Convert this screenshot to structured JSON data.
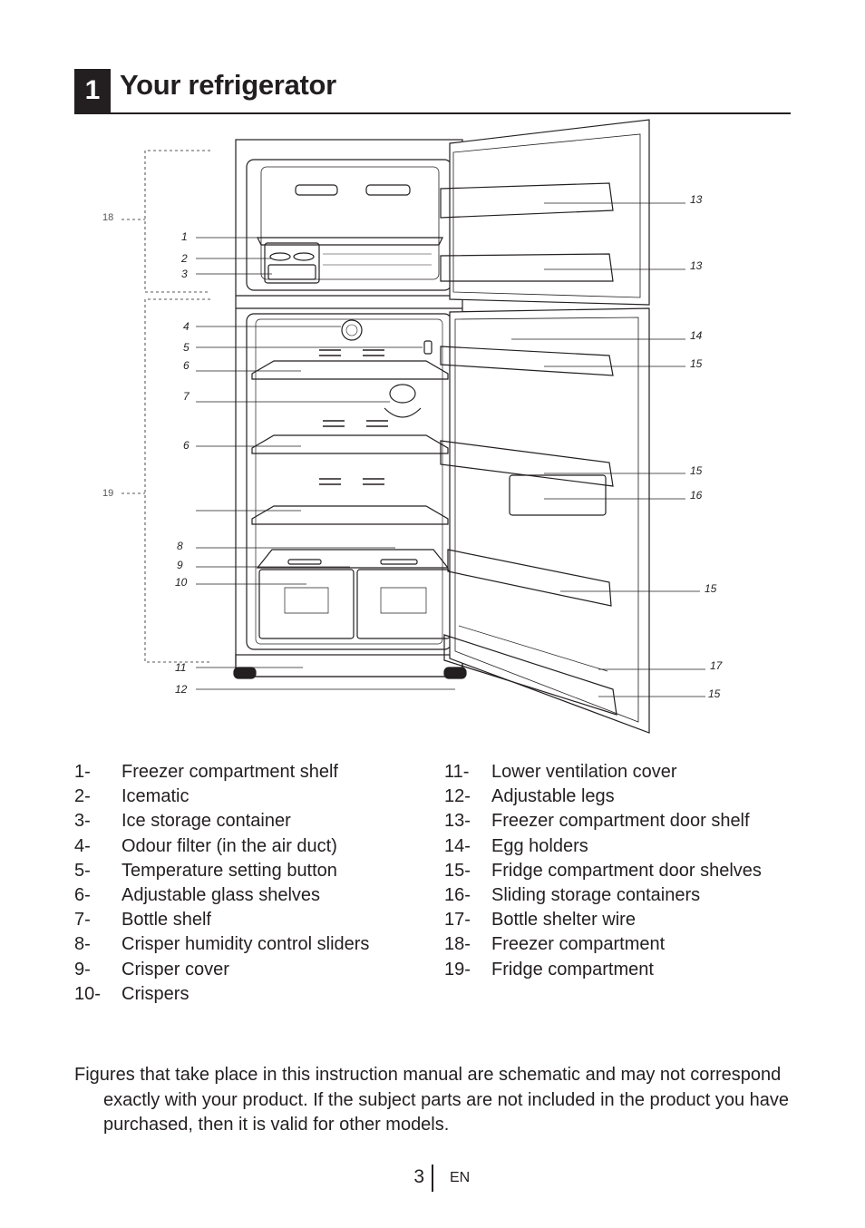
{
  "header": {
    "number": "1",
    "title": "Your refrigerator"
  },
  "diagram": {
    "callouts": [
      "1",
      "2",
      "3",
      "4",
      "5",
      "6",
      "7",
      "6",
      "8",
      "9",
      "10",
      "11",
      "12",
      "13",
      "13",
      "14",
      "15",
      "15",
      "16",
      "15",
      "17",
      "15",
      "18",
      "19"
    ]
  },
  "legend": {
    "left": [
      {
        "num": "1-",
        "text": "Freezer compartment shelf"
      },
      {
        "num": "2-",
        "text": "Icematic"
      },
      {
        "num": "3-",
        "text": "Ice storage container"
      },
      {
        "num": "4-",
        "text": "Odour filter (in the air duct)"
      },
      {
        "num": "5-",
        "text": "Temperature setting button"
      },
      {
        "num": "6-",
        "text": "Adjustable glass shelves"
      },
      {
        "num": "7-",
        "text": "Bottle shelf"
      },
      {
        "num": "8-",
        "text": "Crisper humidity control sliders"
      },
      {
        "num": "9-",
        "text": "Crisper cover"
      },
      {
        "num": "10-",
        "text": "Crispers"
      }
    ],
    "right": [
      {
        "num": "11-",
        "text": "Lower ventilation cover"
      },
      {
        "num": "12-",
        "text": "Adjustable legs"
      },
      {
        "num": "13-",
        "text": "Freezer compartment door shelf"
      },
      {
        "num": "14-",
        "text": "Egg holders"
      },
      {
        "num": "15-",
        "text": "Fridge compartment door shelves"
      },
      {
        "num": "16-",
        "text": "Sliding storage containers"
      },
      {
        "num": "17-",
        "text": "Bottle shelter wire"
      },
      {
        "num": "18-",
        "text": "Freezer compartment"
      },
      {
        "num": "19-",
        "text": "Fridge compartment"
      }
    ]
  },
  "note": "Figures that take place in this instruction manual are schematic and may not correspond exactly with your product. If the subject parts are not included in the product you have purchased, then it is valid for other models.",
  "footer": {
    "page": "3",
    "lang": "EN"
  }
}
